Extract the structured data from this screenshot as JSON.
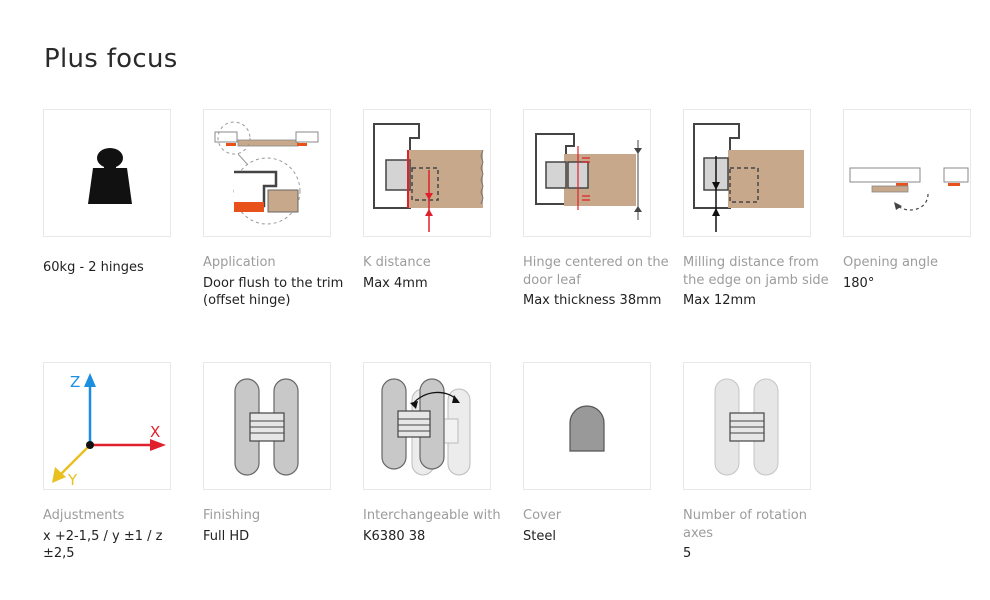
{
  "page": {
    "title": "Plus focus"
  },
  "features": [
    {
      "icon": "weight-icon",
      "label": "",
      "value": "60kg - 2 hinges"
    },
    {
      "icon": "door-flush-trim-icon",
      "label": "Application",
      "value": "Door flush to the trim (offset hinge)"
    },
    {
      "icon": "k-distance-icon",
      "label": "K distance",
      "value": "Max 4mm"
    },
    {
      "icon": "hinge-centered-icon",
      "label": "Hinge centered on the door leaf",
      "value": "Max thickness 38mm"
    },
    {
      "icon": "milling-distance-icon",
      "label": "Milling distance from the edge on jamb side",
      "value": "Max 12mm"
    },
    {
      "icon": "opening-angle-icon",
      "label": "Opening angle",
      "value": "180°"
    },
    {
      "icon": "xyz-axes-icon",
      "label": "Adjustments",
      "value": "x +2-1,5 / y ±1 / z ±2,5"
    },
    {
      "icon": "hinge-finish-icon",
      "label": "Finishing",
      "value": "Full HD"
    },
    {
      "icon": "hinge-interchange-icon",
      "label": "Interchangeable with",
      "value": "K6380 38"
    },
    {
      "icon": "cover-shape-icon",
      "label": "Cover",
      "value": "Steel"
    },
    {
      "icon": "rotation-axes-icon",
      "label": "Number of rotation axes",
      "value": "5"
    }
  ],
  "axes": {
    "z": "Z",
    "x": "X",
    "y": "Y"
  },
  "colors": {
    "accent": "#e8521a",
    "wood": "#c8a88a",
    "arrow_red": "#e0202a",
    "axis_blue": "#1a8fe0",
    "axis_yellow": "#e8c020"
  }
}
